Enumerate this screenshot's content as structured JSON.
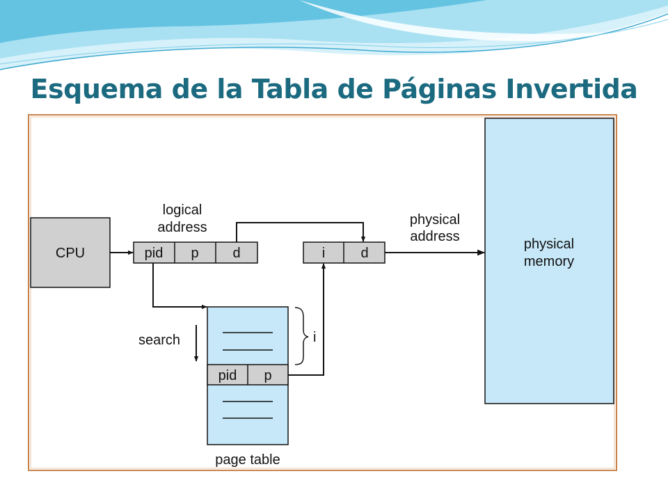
{
  "slide": {
    "title": "Esquema de la Tabla de Páginas Invertida"
  },
  "diagram": {
    "cpu_label": "CPU",
    "logical_address_label": [
      "logical",
      "address"
    ],
    "logical_fields": [
      "pid",
      "p",
      "d"
    ],
    "physical_address_label": [
      "physical",
      "address"
    ],
    "physical_fields": [
      "i",
      "d"
    ],
    "physical_memory_label": [
      "physical",
      "memory"
    ],
    "search_label": "search",
    "index_label": "i",
    "table_row_fields": [
      "pid",
      "p"
    ],
    "page_table_label": "page table"
  },
  "colors": {
    "title": "#1b6a80",
    "frame_border": "#c8834a",
    "box_gray": "#d0d0d0",
    "memory_blue": "#c7e8f8",
    "wave_light": "#a9e1f2",
    "wave_dark": "#3fa9cf"
  }
}
